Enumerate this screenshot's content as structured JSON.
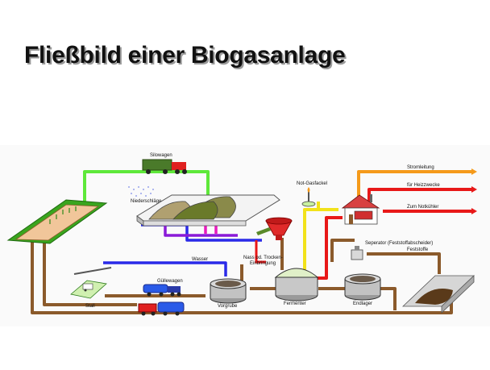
{
  "title": "Fließbild einer Biogasanlage",
  "labels": {
    "silowagen": "Silowagen",
    "niederschlaege": "Niederschläge",
    "notgasfackel": "Not-Gasfackel",
    "stromleitung": "Stromleitung",
    "heizzwecke": "für Heizzwecke",
    "notkuehler": "Zum Notkühler",
    "separator": "Seperator (Feststoffabscheider)",
    "feststoffe": "Feststoffe",
    "wasser": "Wasser",
    "nass_trocken_1": "Nass od. Trocken-",
    "nass_trocken_2": "Einbringung",
    "guellewagen": "Güllewagen",
    "stall": "Stall",
    "vorgrube": "Vorgrube",
    "fermenter": "Fermenter",
    "endlager": "Endlager"
  },
  "colors": {
    "green_pipe": "#5ee83a",
    "yellow_pipe": "#f2e21a",
    "orange_pipe": "#f59a1a",
    "red_pipe": "#e81818",
    "blue_pipe": "#2a2ae8",
    "purple_pipe": "#8a1ad8",
    "pink_pipe": "#e81abf",
    "brown_pipe": "#8b5a2b"
  }
}
